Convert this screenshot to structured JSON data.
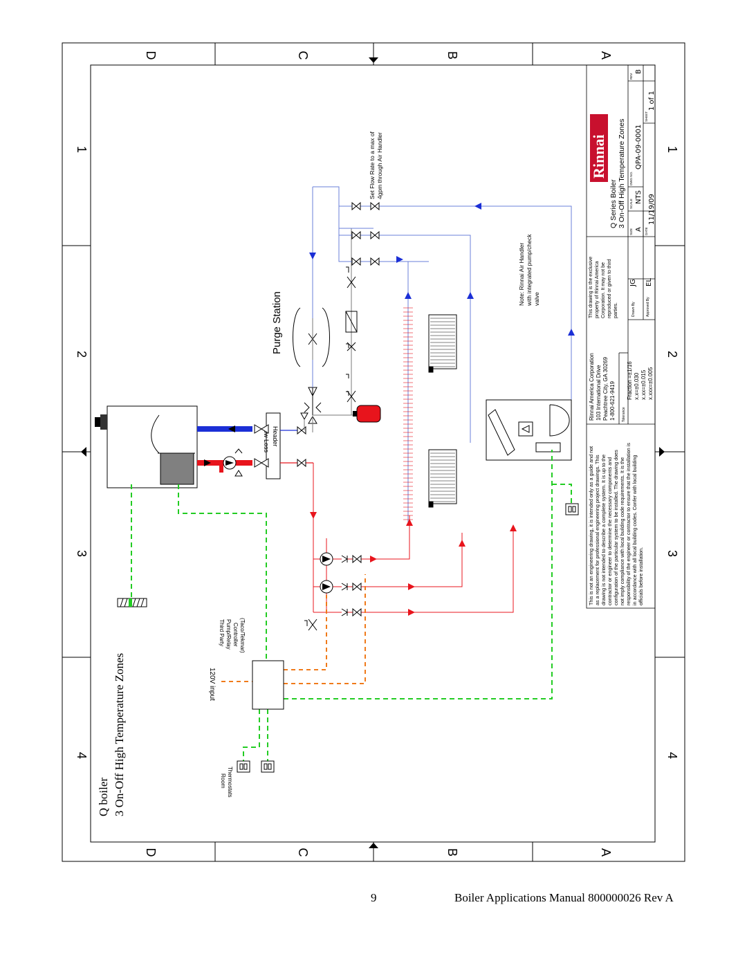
{
  "sheet": {
    "zone_letters": [
      "D",
      "C",
      "B",
      "A"
    ],
    "zone_numbers": [
      "1",
      "2",
      "3",
      "4"
    ],
    "title_line1": "Q boiler",
    "title_line2": "3 On-Off High Temperature Zones"
  },
  "labels": {
    "purge_station": "Purge Station",
    "low_loss_1": "Low Loss",
    "low_loss_2": "Header",
    "flow_note_1": "Set Flow Rate to a max of",
    "flow_note_2": "4gpm through Air Handler",
    "air_note_1": "Note: Rinnai Air Handler",
    "air_note_2": "with integrated pump/check",
    "air_note_3": "valve",
    "controller_1": "Third Party",
    "controller_2": "Pump/Relay",
    "controller_3": "Controller",
    "controller_4": "(Taco/Tekmar)",
    "input_120v": "120V input",
    "thermostats_1": "Room",
    "thermostats_2": "Thermostats"
  },
  "disclaimer": [
    "This is not an engineering drawing, it is intended only as a guide and not",
    "as a replacement for professional engineering project drawings. This",
    "drawing is not intended to describe a complete system. It is up to the",
    "contractor or engineer to determine the necessary components and",
    "configuration of the particular system to be installed. The drawing does",
    "not imply compliance with local building code requirements. It is the",
    "responsibility of the engineer or contractor to ensure that the installation is",
    "in accordance with all local building codes. Confer with local building",
    "officials before installation."
  ],
  "title_block": {
    "company_lines": [
      "Rinnai America Corporation",
      "103 International Drive",
      "Peachtree City, GA 30269",
      "1-800-621-9419"
    ],
    "tolerance_label": "Tolerance",
    "fraction": "Fraction =±1/16",
    "tol_1": "x.x=±0.030",
    "tol_2": "x.xx=±0.015",
    "tol_3": "x.xxx=±0.005",
    "property_lines": [
      "This drawing is the exclusive",
      "property of Rinnai America",
      "Corporation. It may not be",
      "reproduced or given to third",
      "parties."
    ],
    "drawn_by_label": "Drawn By",
    "drawn_by": "JG",
    "approved_by_label": "Approved By",
    "approved_by": "EL",
    "title_1": "Q Series Boiler",
    "title_2": "3 On-Off High Temperature Zones",
    "logo": "Rinnai",
    "size_label": "SIZE",
    "size": "A",
    "scale_label": "SCALE",
    "scale": "NTS",
    "dwg_label": "DWG NO.",
    "dwg_no": "QPA-09-0001",
    "rev_label": "REV",
    "rev": "B",
    "date_label": "DATE",
    "date": "11/19/09",
    "sheet_label": "SHEET",
    "sheet": "1 of 1"
  },
  "footer": {
    "page_number": "9",
    "manual_title": "Boiler Applications Manual 800000026 Rev A"
  },
  "colors": {
    "supply_hot": "#e8141c",
    "return_cold": "#1b2fd6",
    "wiring_green": "#22cc22",
    "wiring_orange": "#f07a1a",
    "expansion_tank": "#e8141c"
  },
  "icons": [
    "boiler-icon",
    "pump-icon",
    "ball-valve-icon",
    "check-valve-icon",
    "expansion-tank-icon",
    "panel-radiator-icon",
    "air-handler-icon",
    "thermostat-icon",
    "ground-icon",
    "flow-arrow-icon",
    "rinnai-logo"
  ]
}
